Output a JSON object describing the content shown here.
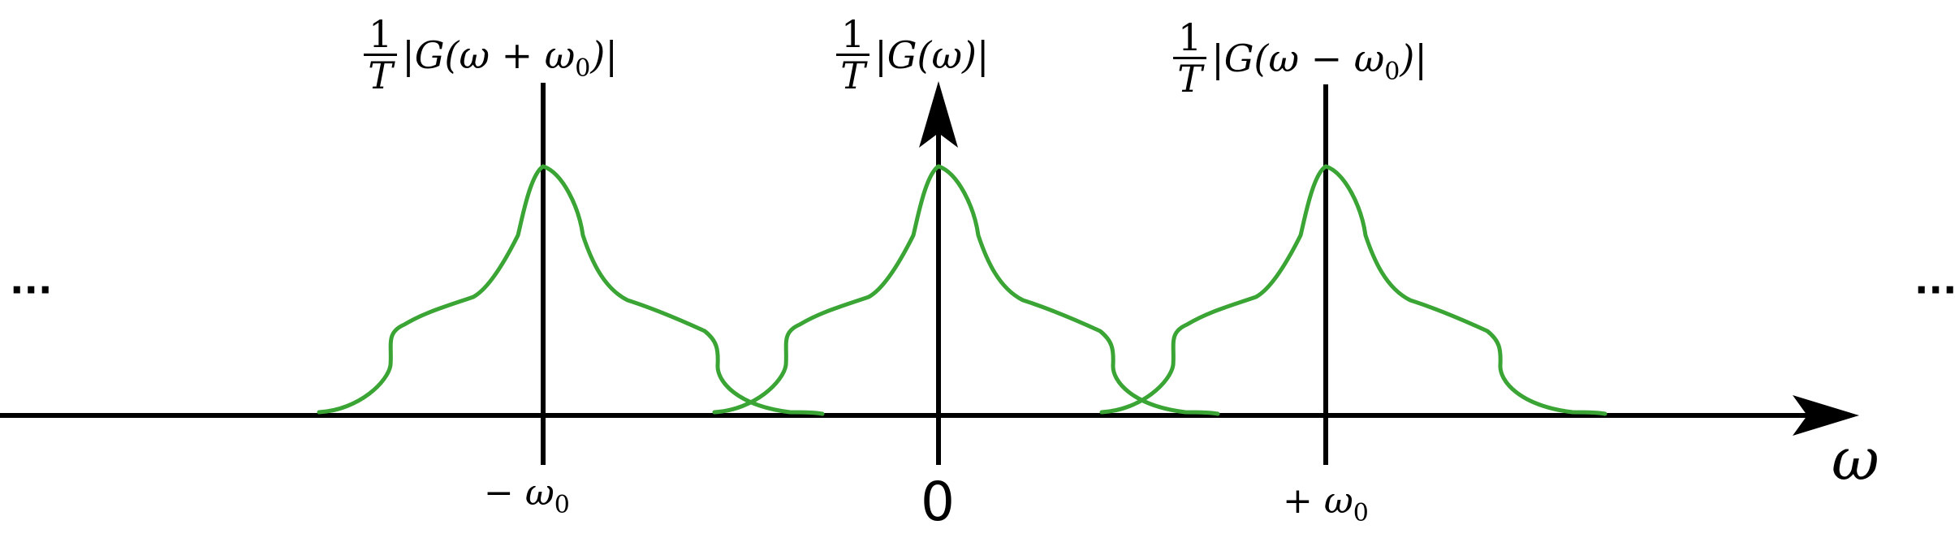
{
  "diagram": {
    "axis_label": "ω",
    "ticks": [
      {
        "id": "minus",
        "label": "− ω",
        "sub": "0"
      },
      {
        "id": "zero",
        "label": "0"
      },
      {
        "id": "plus",
        "label": "+ ω",
        "sub": "0"
      }
    ],
    "pulse_labels": [
      {
        "id": "left",
        "num": "1",
        "den": "T",
        "expr": "|G(ω + ω",
        "sub": "0",
        "tail": ")|"
      },
      {
        "id": "center",
        "num": "1",
        "den": "T",
        "expr": "|G(ω)|"
      },
      {
        "id": "right",
        "num": "1",
        "den": "T",
        "expr": "|G(ω − ω",
        "sub": "0",
        "tail": ")|"
      }
    ],
    "ellipsis_left": "···",
    "ellipsis_right": "···",
    "curve_color": "#3aa535",
    "line_color": "#000000"
  }
}
